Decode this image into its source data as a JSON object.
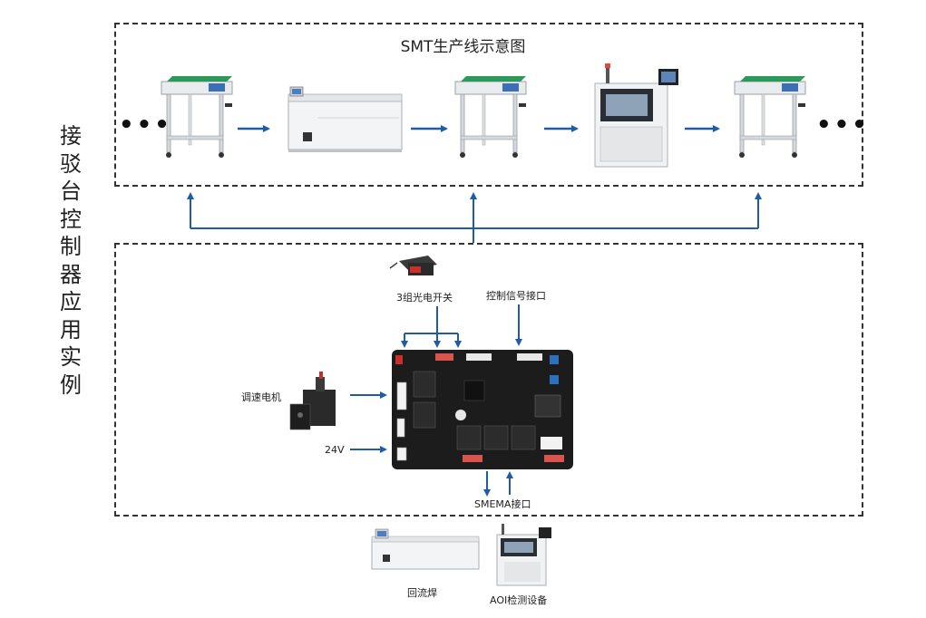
{
  "title": "SMT生产线示意图",
  "side_title_chars": [
    "接",
    "驳",
    "台",
    "控",
    "制",
    "器",
    "应",
    "用",
    "实",
    "例"
  ],
  "ellipsis": "•••",
  "labels": {
    "photoelectric": "3组光电开关",
    "control_signal": "控制信号接口",
    "speed_motor": "调速电机",
    "power": "24V",
    "smema": "SMEMA接口",
    "reflow": "回流焊",
    "aoi": "AOI检测设备"
  },
  "colors": {
    "arrow": "#1f5ca8",
    "dash": "#333333",
    "board": "#1c1c1c",
    "conveyor_belt": "#2b9a5a"
  }
}
